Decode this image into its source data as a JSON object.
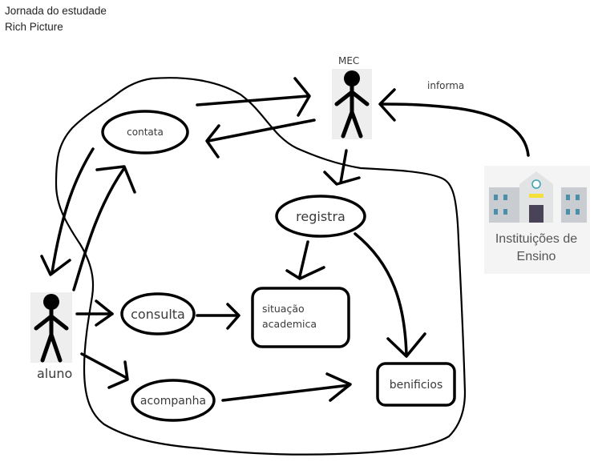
{
  "header": {
    "title": "Jornada do estudade",
    "subtitle": "Rich Picture"
  },
  "actors": {
    "mec": {
      "label": "MEC",
      "icon": "stick-figure-icon"
    },
    "aluno": {
      "label": "aluno",
      "icon": "stick-figure-icon"
    },
    "instituicoes": {
      "label_line1": "Instituições de",
      "label_line2": "Ensino",
      "icon": "school-building-icon"
    }
  },
  "processes": {
    "contata": "contata",
    "registra": "registra",
    "consulta": "consulta",
    "acompanha": "acompanha"
  },
  "entities": {
    "situacao_line1": "situação",
    "situacao_line2": "academica",
    "beneficios": "benificios"
  },
  "relations": {
    "informa": "informa"
  },
  "edges": [
    {
      "from": "instituicoes",
      "to": "mec",
      "label": "informa"
    },
    {
      "from": "contata",
      "to": "mec"
    },
    {
      "from": "mec",
      "to": "contata"
    },
    {
      "from": "mec",
      "to": "registra"
    },
    {
      "from": "contata",
      "to": "aluno"
    },
    {
      "from": "aluno",
      "to": "contata"
    },
    {
      "from": "aluno",
      "to": "consulta"
    },
    {
      "from": "consulta",
      "to": "situacao_academica"
    },
    {
      "from": "registra",
      "to": "situacao_academica"
    },
    {
      "from": "registra",
      "to": "beneficios"
    },
    {
      "from": "aluno",
      "to": "acompanha"
    },
    {
      "from": "acompanha",
      "to": "beneficios"
    }
  ],
  "colors": {
    "stroke": "#000000",
    "text": "#3a3a3a",
    "figure_bg": "#eeeeee",
    "building_wall": "#d9dcdf",
    "building_window": "#4b8fa8",
    "building_door": "#4a4358",
    "building_sign": "#f5e03a"
  }
}
